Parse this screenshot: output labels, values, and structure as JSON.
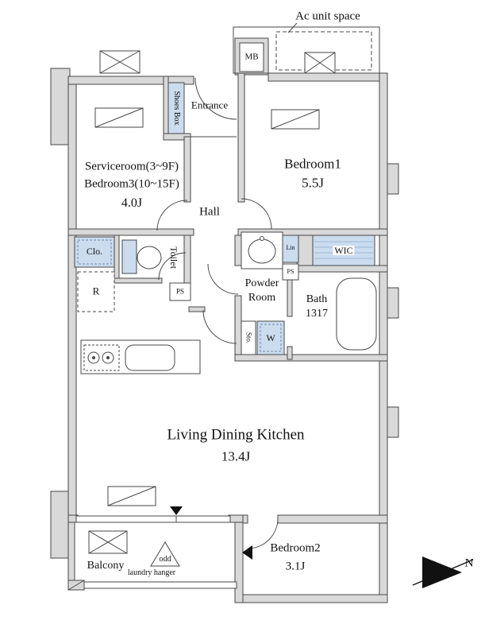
{
  "plan": {
    "compass": "N",
    "ac_unit_space": "Ac unit space",
    "mb": "MB",
    "entrance": "Entrance",
    "shoes_box": "Shoes Box",
    "hall": "Hall",
    "rooms": {
      "bedroom1": {
        "name": "Bedroom1",
        "size": "5.5J"
      },
      "serviceroom": {
        "line1": "Serviceroom(3~9F)",
        "line2": "Bedroom3(10~15F)",
        "size": "4.0J"
      },
      "ldk": {
        "name": "Living Dining Kitchen",
        "size": "13.4J"
      },
      "bedroom2": {
        "name": "Bedroom2",
        "size": "3.1J"
      },
      "powder": {
        "line1": "Powder",
        "line2": "Room"
      },
      "bath": {
        "name": "Bath",
        "size": "1317"
      },
      "balcony": {
        "name": "Balcony"
      }
    },
    "fixtures": {
      "closet": "Clo.",
      "toilet": "Toilet",
      "refrigerator": "R",
      "ps_upper": "PS",
      "ps_lower": "PS",
      "wic": "WIC",
      "linen": "Lin",
      "storage": "Sto.",
      "washer": "W"
    },
    "balcony_notes": {
      "odd": "odd",
      "laundry_hanger": "laundry hanger"
    }
  },
  "colors": {
    "wall_fill": "#d9d9d9",
    "wall_stroke": "#474747",
    "fixture_blue": "#cbdcee",
    "line_color": "#333333"
  }
}
